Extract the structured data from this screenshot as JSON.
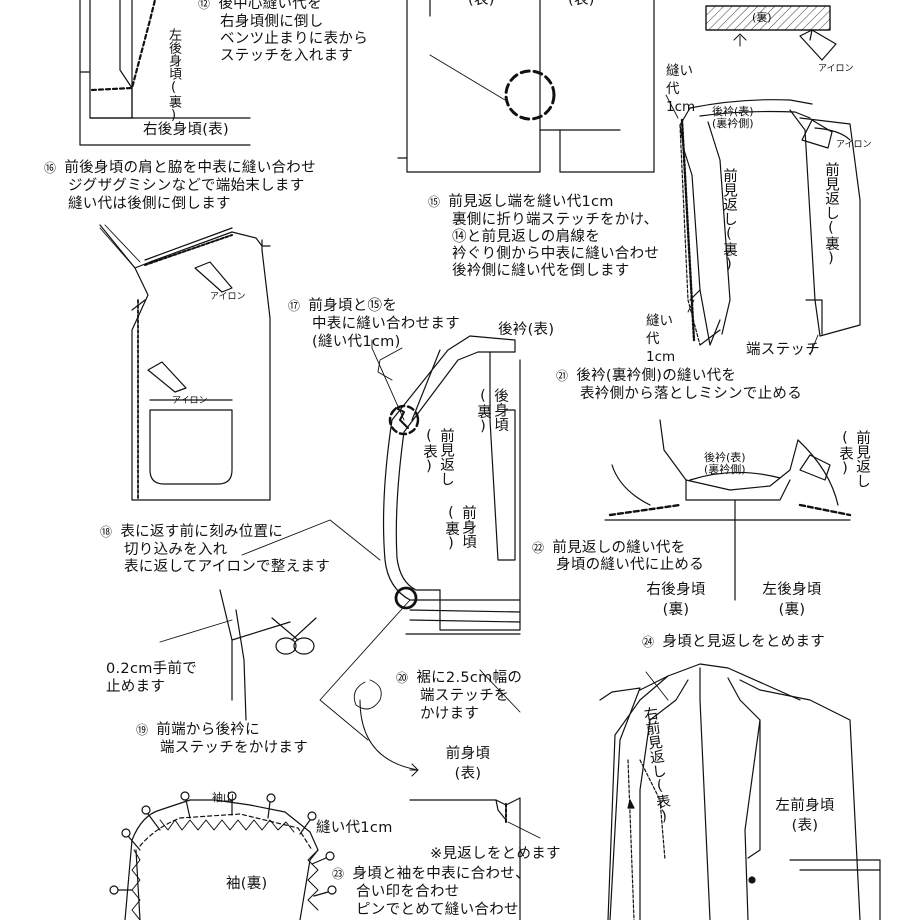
{
  "labels": {
    "right_back_body": "右後身頃(表)",
    "left_back_body_ura": "左後身頃(裏)",
    "hyo_1": "(表)",
    "hyo_2": "(表)",
    "ura_small": "(裏)",
    "iron": "アイロン",
    "seam_1cm_top": "縫い代1cm",
    "back_collar_top": "後衿(表)",
    "back_collar_top_sub": "(裏衿側)",
    "front_facing_1": "前見返し(裏)",
    "front_facing_2": "前見返し(裏)",
    "seam_1cm_bottom": "縫い代1cm",
    "edge_stitch": "端ステッチ",
    "back_collar_mid": "後衿(表)",
    "back_body_ura": "後身頃(裏)",
    "front_facing_hyo": "前見返し(表)",
    "front_body_ura": "前身頃(裏)",
    "back_collar_c": "後衿(表)",
    "back_collar_c_sub": "(裏衿側)",
    "front_facing_c": "前見返し(表)",
    "right_back_ura": "右後身頃(裏)",
    "left_back_ura": "左後身頃(裏)",
    "cm02": "0.2cm手前で止めます",
    "front_body_hyo": "前身頃(表)",
    "facing_note": "※見返しをとめます",
    "right_front_facing": "右前見返し(表)",
    "left_front_body": "左前身頃(表)",
    "sleeve_head": "袖山",
    "seam_1cm_sleeve": "縫い代1cm",
    "sleeve_ura": "袖(裏)"
  },
  "steps": {
    "s12": {
      "num": "⑫",
      "lines": [
        "後中心縫い代を",
        "右身頃側に倒し",
        "ベンツ止まりに表から",
        "ステッチを入れます"
      ]
    },
    "s15": {
      "num": "⑮",
      "lines": [
        "前見返し端を縫い代1cm",
        "裏側に折り端ステッチをかけ、",
        "⑭と前見返しの肩線を",
        "衿ぐり側から中表に縫い合わせ",
        "後衿側に縫い代を倒します"
      ]
    },
    "s16": {
      "num": "⑯",
      "lines": [
        "前後身頃の肩と脇を中表に縫い合わせ",
        "ジグザグミシンなどで端始末します",
        "縫い代は後側に倒します"
      ]
    },
    "s17": {
      "num": "⑰",
      "lines": [
        "前身頃と⑮を",
        "中表に縫い合わせます",
        "(縫い代1cm)"
      ]
    },
    "s18": {
      "num": "⑱",
      "lines": [
        "表に返す前に刻み位置に",
        "切り込みを入れ",
        "表に返してアイロンで整えます"
      ]
    },
    "s19": {
      "num": "⑲",
      "lines": [
        "前端から後衿に",
        "端ステッチをかけます"
      ]
    },
    "s20": {
      "num": "⑳",
      "lines": [
        "裾に2.5cm幅の",
        "端ステッチを",
        "かけます"
      ]
    },
    "s21": {
      "num": "㉑",
      "lines": [
        "後衿(裏衿側)の縫い代を",
        "表衿側から落としミシンで止める"
      ]
    },
    "s22": {
      "num": "㉒",
      "lines": [
        "前見返しの縫い代を",
        "身頃の縫い代に止める"
      ]
    },
    "s23": {
      "num": "㉓",
      "lines": [
        "身頃と袖を中表に合わせ、",
        "合い印を合わせ",
        "ピンでとめて縫い合わせ"
      ]
    },
    "s24": {
      "num": "㉔",
      "lines": [
        "身頃と見返しをとめます"
      ]
    }
  },
  "colors": {
    "ink": "#111111",
    "paper": "#ffffff",
    "hatch": "#444444"
  }
}
